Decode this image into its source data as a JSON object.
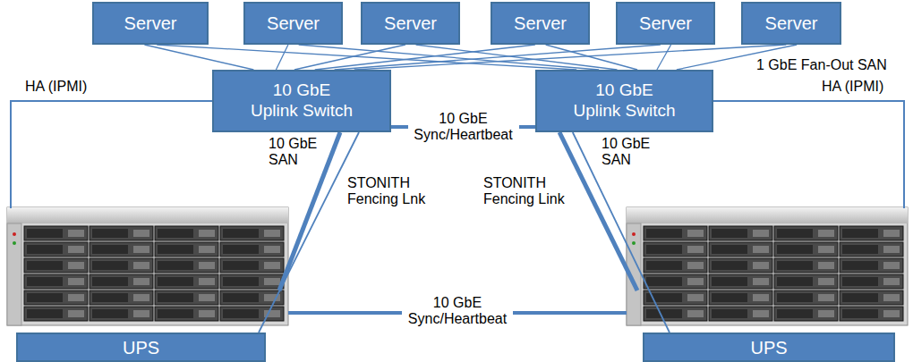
{
  "diagram": {
    "nodes": [
      {
        "text": [
          "Server"
        ]
      },
      {
        "text": [
          "Server"
        ]
      },
      {
        "text": [
          "Server"
        ]
      },
      {
        "text": [
          "Server"
        ]
      },
      {
        "text": [
          "Server"
        ]
      },
      {
        "text": [
          "Server"
        ]
      },
      {
        "text": [
          "10 GbE Uplink Switch"
        ]
      },
      {
        "text": [
          "10 GbE Uplink Switch"
        ]
      },
      {
        "text": [
          "UPS"
        ]
      },
      {
        "text": [
          "UPS"
        ]
      }
    ],
    "edges": [
      {
        "from": 0,
        "to": 6,
        "arrow": "none"
      },
      {
        "from": 0,
        "to": 7,
        "arrow": "none"
      },
      {
        "from": 1,
        "to": 6,
        "arrow": "none"
      },
      {
        "from": 1,
        "to": 7,
        "arrow": "none"
      },
      {
        "from": 2,
        "to": 6,
        "arrow": "none"
      },
      {
        "from": 2,
        "to": 7,
        "arrow": "none"
      },
      {
        "from": 3,
        "to": 6,
        "arrow": "none"
      },
      {
        "from": 3,
        "to": 7,
        "arrow": "none"
      },
      {
        "from": 4,
        "to": 6,
        "arrow": "none"
      },
      {
        "from": 4,
        "to": 7,
        "arrow": "none"
      },
      {
        "from": 5,
        "to": 6,
        "arrow": "none"
      },
      {
        "from": 5,
        "to": 7,
        "arrow": "none"
      },
      {
        "from": 6,
        "to": 7,
        "label": "10 GbE Sync/Heartbeat",
        "arrow": "none"
      },
      {
        "from": 6,
        "to": 8,
        "arrow": "none"
      },
      {
        "from": 7,
        "to": 9,
        "arrow": "none"
      }
    ],
    "labels": [
      "HA (IPMI)",
      "1 GbE Fan-Out SAN",
      "HA (IPMI)",
      "10 GbE SAN",
      "10 GbE SAN",
      "STONITH Fencing Lnk",
      "STONITH Fencing Link",
      "10 GbE Sync/Heartbeat"
    ]
  }
}
